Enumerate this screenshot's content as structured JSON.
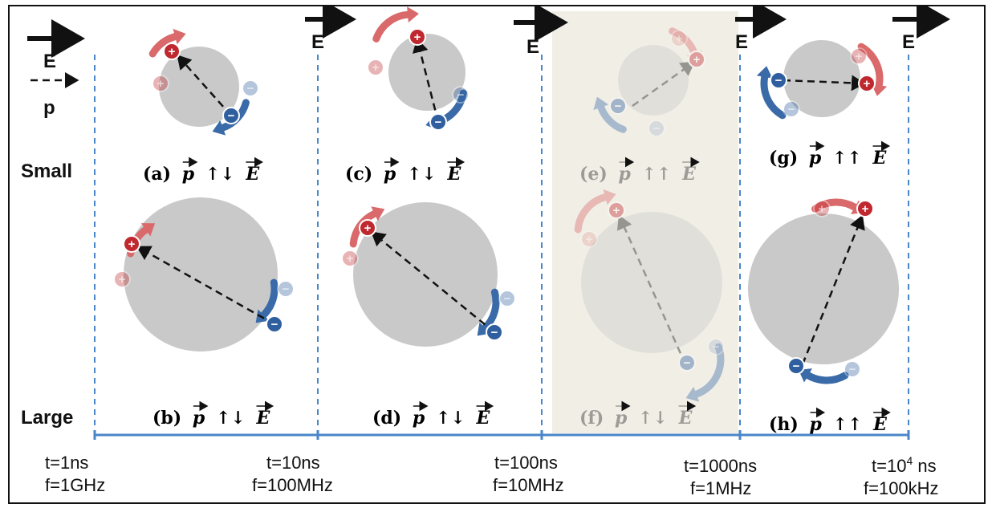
{
  "legend": {
    "field_label": "E",
    "dipole_label": "p"
  },
  "rows": {
    "small": "Small",
    "large": "Large"
  },
  "field_marker": "E",
  "panels": [
    {
      "id": "a",
      "caption_letter": "(a)",
      "relation": "↑↓"
    },
    {
      "id": "b",
      "caption_letter": "(b)",
      "relation": "↑↓"
    },
    {
      "id": "c",
      "caption_letter": "(c)",
      "relation": "↑↓"
    },
    {
      "id": "d",
      "caption_letter": "(d)",
      "relation": "↑↓"
    },
    {
      "id": "e",
      "caption_letter": "(e)",
      "relation": "↑↑"
    },
    {
      "id": "f",
      "caption_letter": "(f)",
      "relation": "↑↓"
    },
    {
      "id": "g",
      "caption_letter": "(g)",
      "relation": "↑↑"
    },
    {
      "id": "h",
      "caption_letter": "(h)",
      "relation": "↑↑"
    }
  ],
  "caption_vectors": {
    "p": "p",
    "E": "E"
  },
  "timeline": [
    {
      "t": "t=1ns",
      "f": "f=1GHz"
    },
    {
      "t": "t=10ns",
      "f": "f=100MHz"
    },
    {
      "t": "t=100ns",
      "f": "f=10MHz"
    },
    {
      "t": "t=1000ns",
      "f": "f=1MHz"
    },
    {
      "t_prefix": "t=10",
      "t_sup": "4",
      "t_suffix": " ns",
      "f": "f=100kHz"
    }
  ],
  "colors": {
    "particle": "#c9c9c9",
    "positive": "#c0282f",
    "negative": "#2f5f9e",
    "dashed_axis": "#4a86c8",
    "highlight_band": "#f1eee6"
  }
}
